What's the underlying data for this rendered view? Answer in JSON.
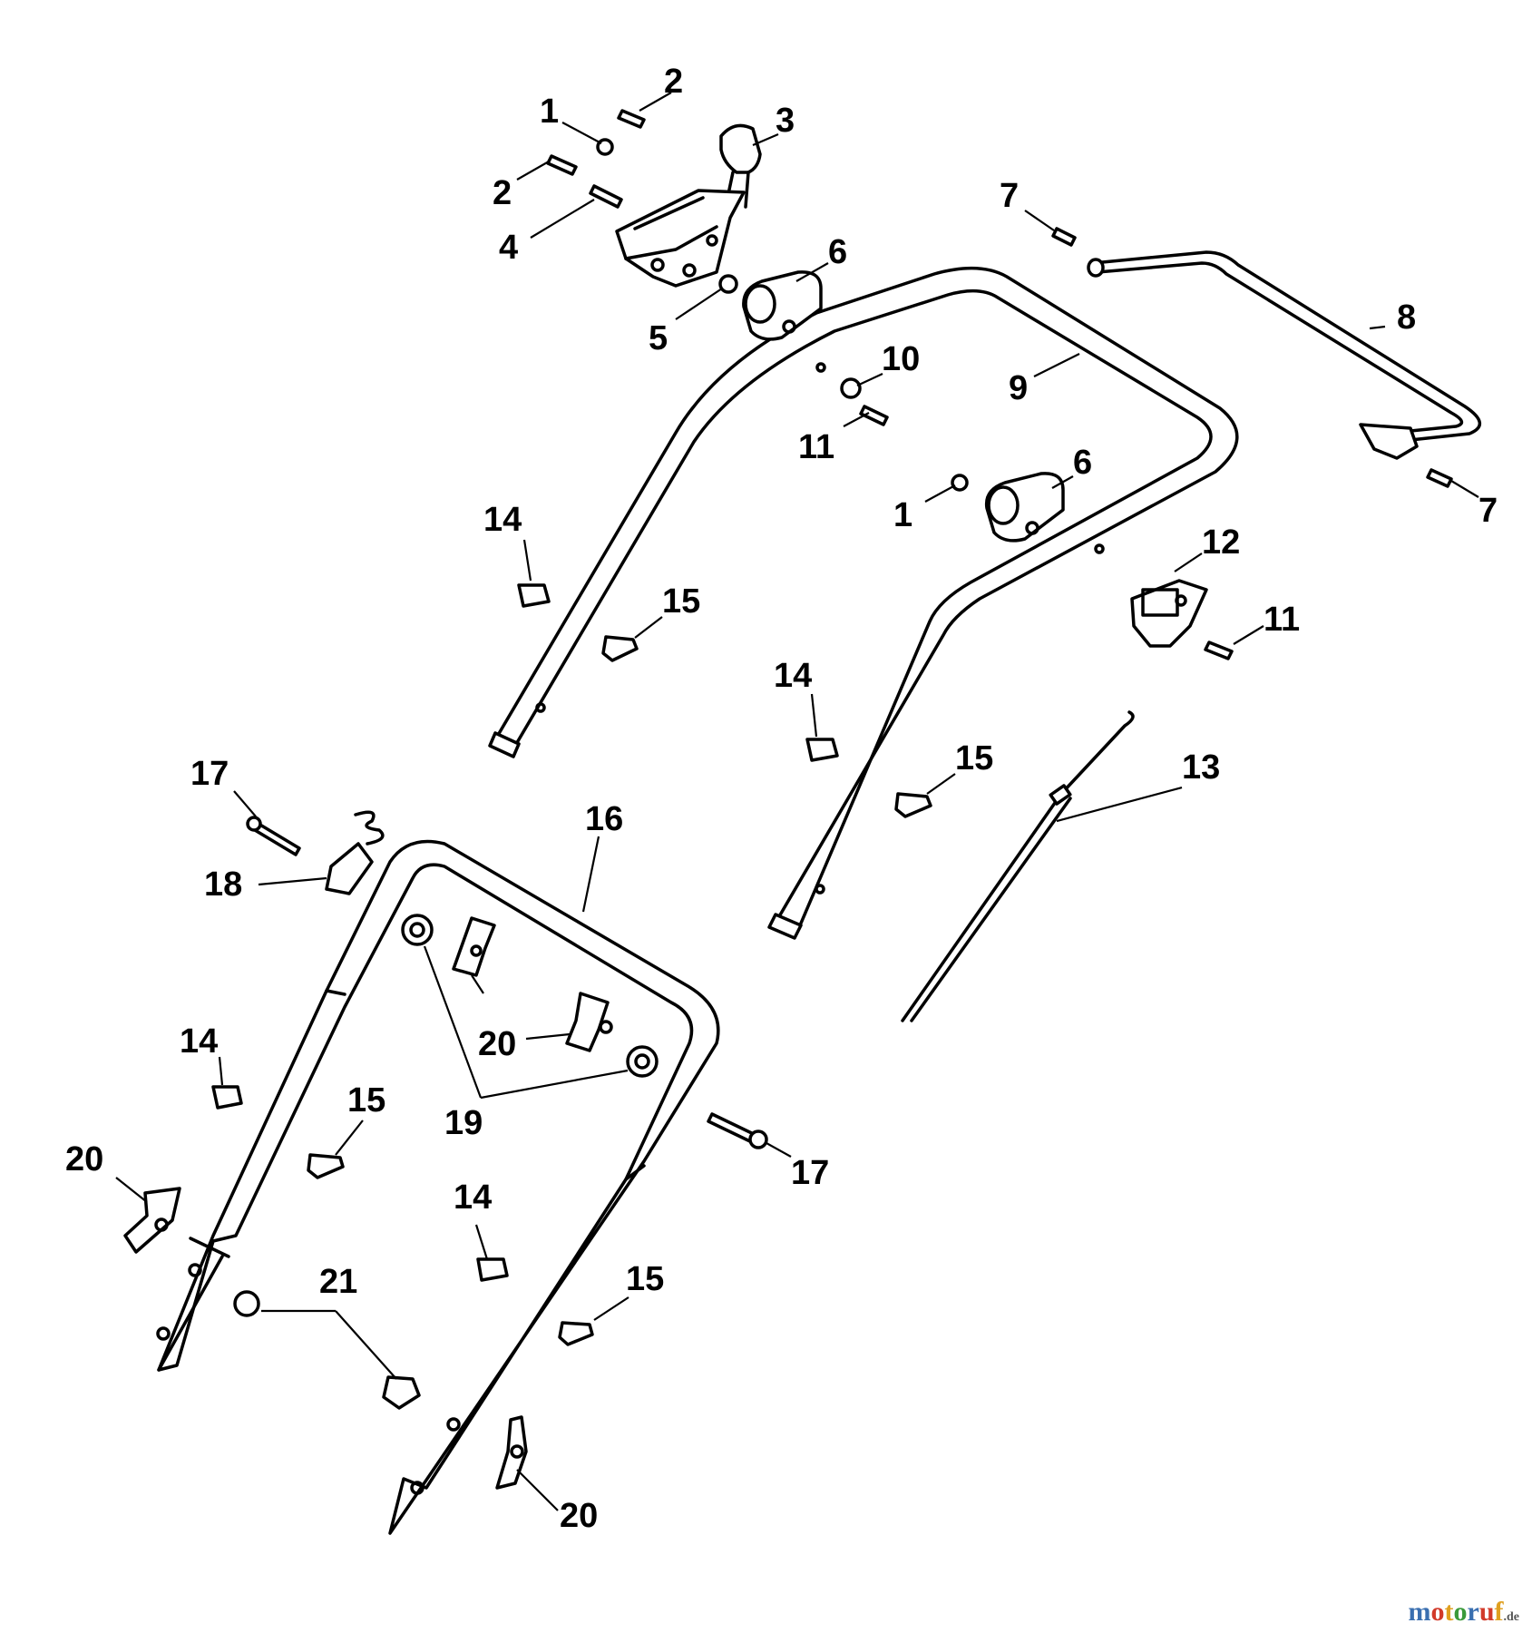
{
  "callouts": {
    "p1a": "1",
    "p2a": "2",
    "p3": "3",
    "p2b": "2",
    "p4": "4",
    "p5": "5",
    "p6a": "6",
    "p7a": "7",
    "p8": "8",
    "p9": "9",
    "p10": "10",
    "p11a": "11",
    "p1b": "1",
    "p6b": "6",
    "p7b": "7",
    "p12": "12",
    "p11b": "11",
    "p14a": "14",
    "p15a": "15",
    "p14b": "14",
    "p15b": "15",
    "p13": "13",
    "p17a": "17",
    "p16": "16",
    "p18": "18",
    "p20a": "20",
    "p14c": "14",
    "p15c": "15",
    "p19": "19",
    "p17b": "17",
    "p20b": "20",
    "p14d": "14",
    "p21": "21",
    "p15d": "15",
    "p20c": "20"
  },
  "watermark": {
    "brand": "motoruf",
    "tld": ".de"
  },
  "icons": [
    "handle-bar-icon",
    "lever-icon",
    "clamp-icon",
    "bolt-icon",
    "wing-knob-icon",
    "cable-icon"
  ]
}
